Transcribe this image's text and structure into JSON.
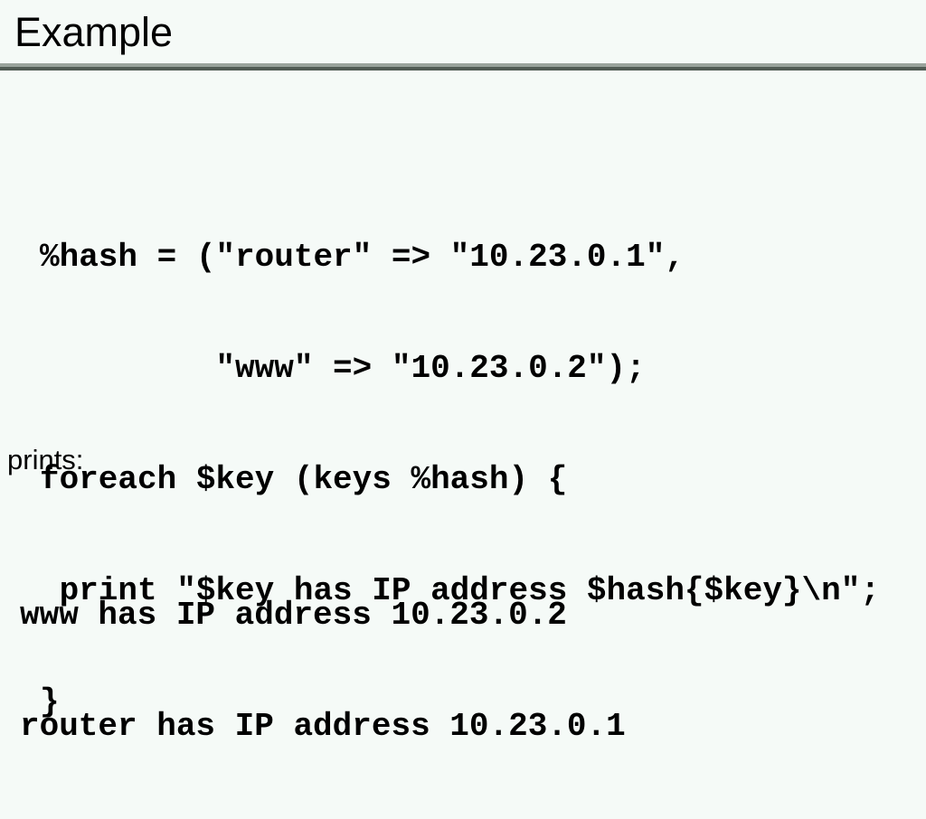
{
  "slide": {
    "title": "Example",
    "background_color": "#f5faf7",
    "text_color": "#000000",
    "rule": {
      "light_color": "#9aa39c",
      "dark_color": "#515b54"
    }
  },
  "code": {
    "language": "perl",
    "lines": [
      "%hash = (\"router\" => \"10.23.0.1\",",
      "         \"www\" => \"10.23.0.2\");",
      "foreach $key (keys %hash) {",
      " print \"$key has IP address $hash{$key}\\n\";",
      "}"
    ]
  },
  "prints": {
    "label": "prints:"
  },
  "output": {
    "lines": [
      "www has IP address 10.23.0.2",
      "router has IP address 10.23.0.1"
    ]
  }
}
